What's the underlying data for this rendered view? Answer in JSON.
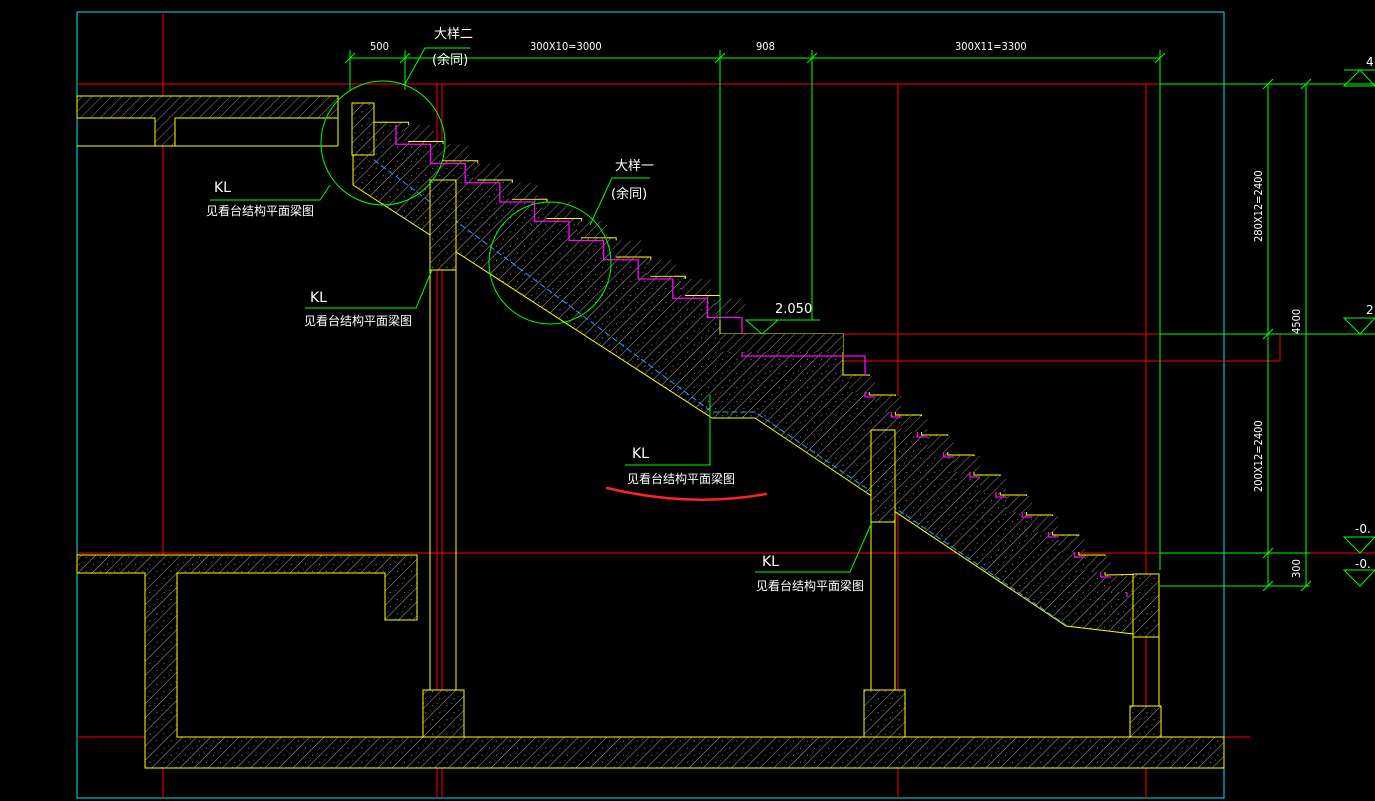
{
  "colors": {
    "background": "#000000",
    "frame": "#00e5ff",
    "axis": "#ff0000",
    "dimension": "#00ff00",
    "concrete_outline": "#ffff00",
    "step_finish": "#ff00ff",
    "soffit_line": "#3399ff",
    "callout_circle": "#00ff00",
    "leader": "#00ff00",
    "text": "#ffffff",
    "markup": "#ff2222"
  },
  "dimensions": {
    "top": [
      "500",
      "300X10=3000",
      "908",
      "300X11=3300"
    ],
    "right": [
      "280X12=2400",
      "4500",
      "200X12=2400",
      "300"
    ]
  },
  "elevations": {
    "landing": "2.050",
    "edge_1": "4",
    "edge_2": "2",
    "edge_3": "-0.",
    "edge_4": "-0."
  },
  "callouts": {
    "detail_two": {
      "title": "大样二",
      "sub": "(余同)"
    },
    "detail_one": {
      "title": "大样一",
      "sub": "(余同)"
    }
  },
  "beam_notes": [
    {
      "code": "KL",
      "note": "见看台结构平面梁图"
    },
    {
      "code": "KL",
      "note": "见看台结构平面梁图"
    },
    {
      "code": "KL",
      "note": "见看台结构平面梁图"
    },
    {
      "code": "KL",
      "note": "见看台结构平面梁图"
    }
  ]
}
